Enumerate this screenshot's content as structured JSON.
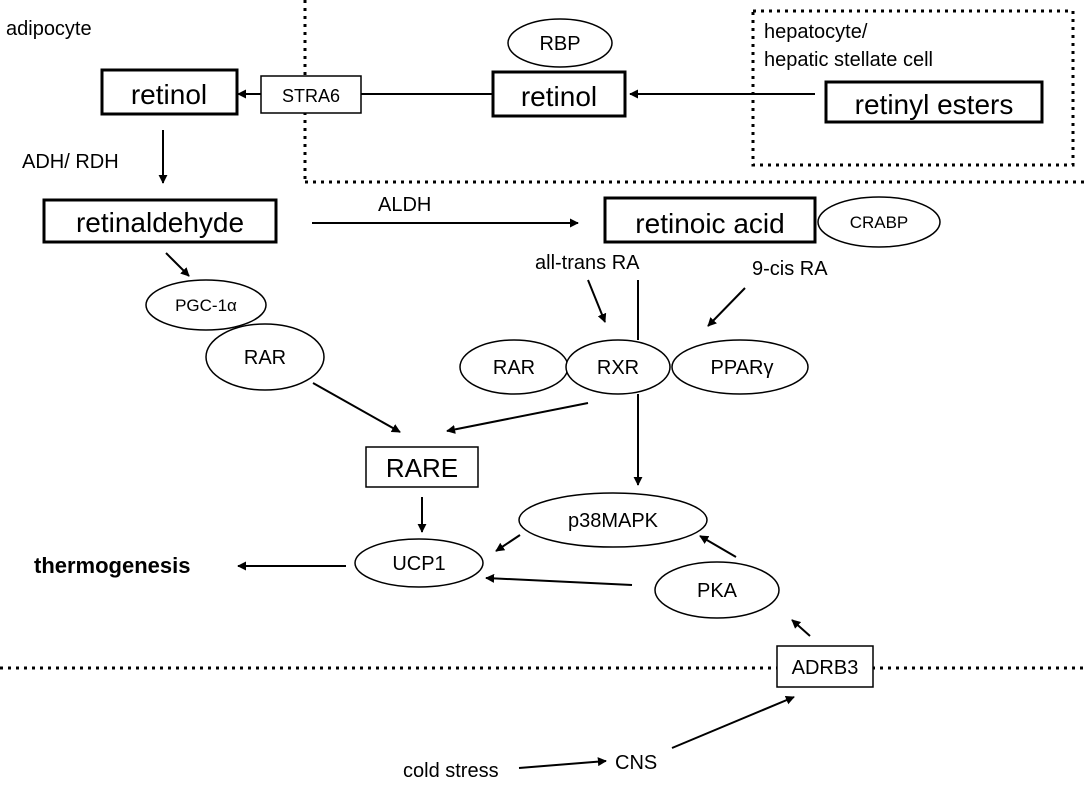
{
  "regions": {
    "adipocyte": "adipocyte",
    "hepatocyte_line1": "hepatocyte/",
    "hepatocyte_line2": "hepatic stellate cell"
  },
  "nodes": {
    "retinol_adipocyte": "retinol",
    "stra6": "STRA6",
    "rbp": "RBP",
    "retinol_circulating": "retinol",
    "retinyl_esters": "retinyl esters",
    "retinaldehyde": "retinaldehyde",
    "retinoic_acid": "retinoic acid",
    "crabp": "CRABP",
    "pgc1a": "PGC-1α",
    "rar_left": "RAR",
    "rar_complex": "RAR",
    "rxr": "RXR",
    "ppar_gamma": "PPARγ",
    "rare": "RARE",
    "p38mapk": "p38MAPK",
    "ucp1": "UCP1",
    "pka": "PKA",
    "adrb3": "ADRB3",
    "thermogenesis": "thermogenesis",
    "cns": "CNS",
    "cold_stress": "cold stress"
  },
  "labels": {
    "adh_rdh": "ADH/ RDH",
    "aldh": "ALDH",
    "all_trans_ra": "all-trans RA",
    "nine_cis_ra": "9-cis RA"
  }
}
